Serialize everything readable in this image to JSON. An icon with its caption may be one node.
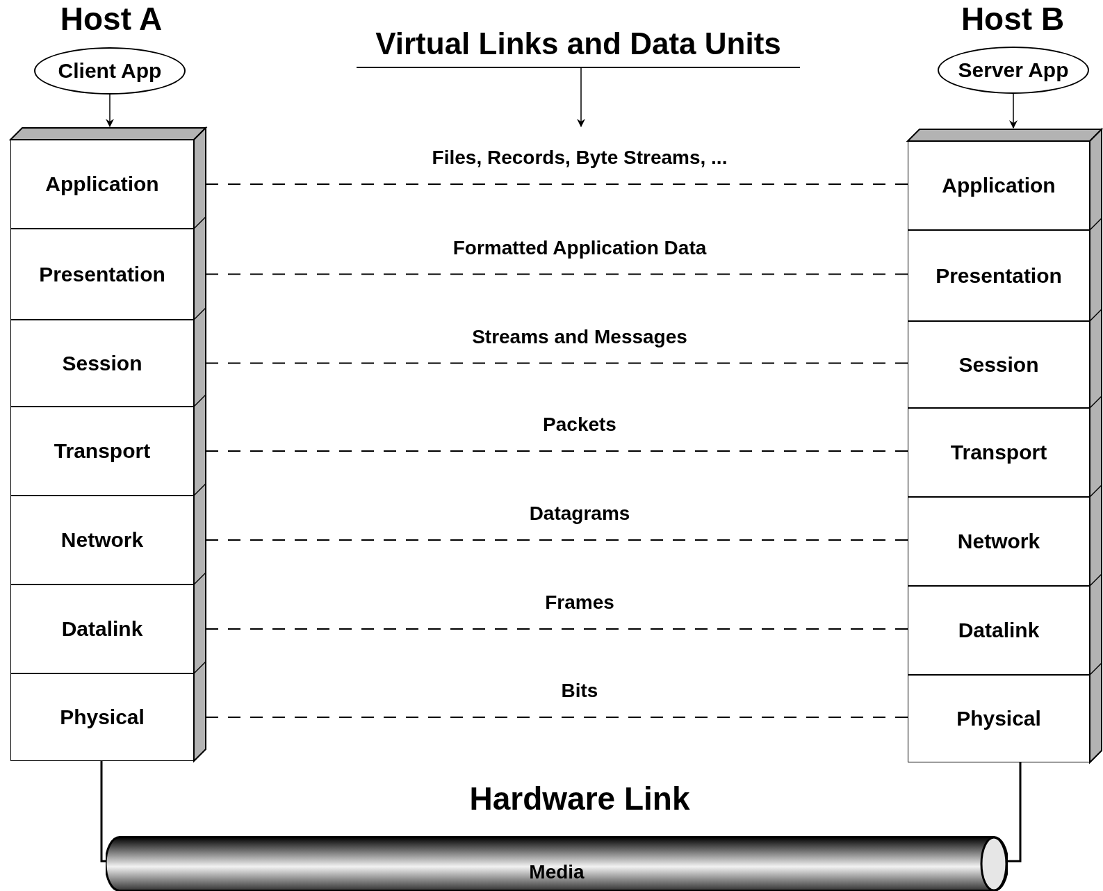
{
  "diagram": {
    "nodes": [
      {
        "text": [
          "Client App"
        ],
        "beside": [
          "Host A"
        ]
      },
      {
        "text": [
          "Server App"
        ],
        "beside": [
          "Host B"
        ]
      },
      {
        "text": [
          "Application"
        ]
      },
      {
        "text": [
          "Presentation"
        ]
      },
      {
        "text": [
          "Session"
        ]
      },
      {
        "text": [
          "Transport"
        ]
      },
      {
        "text": [
          "Network"
        ]
      },
      {
        "text": [
          "Datalink"
        ]
      },
      {
        "text": [
          "Physical"
        ]
      },
      {
        "text": [
          "Application"
        ]
      },
      {
        "text": [
          "Presentation"
        ]
      },
      {
        "text": [
          "Session"
        ]
      },
      {
        "text": [
          "Transport"
        ]
      },
      {
        "text": [
          "Network"
        ]
      },
      {
        "text": [
          "Datalink"
        ]
      },
      {
        "text": [
          "Physical"
        ]
      },
      {
        "text": [
          "Media"
        ]
      },
      {
        "text": [
          "Virtual Links and Data Units"
        ]
      }
    ],
    "edges": [
      {
        "from": 0,
        "to": 2,
        "arrow": "to"
      },
      {
        "from": 1,
        "to": 9,
        "arrow": "to"
      },
      {
        "from": 17,
        "to": null,
        "arrow": "to"
      },
      {
        "from": 2,
        "to": 9,
        "arrow": "none",
        "style": "dashed",
        "label": "Files, Records, Byte Streams, ..."
      },
      {
        "from": 3,
        "to": 10,
        "arrow": "none",
        "style": "dashed",
        "label": "Formatted Application Data"
      },
      {
        "from": 4,
        "to": 11,
        "arrow": "none",
        "style": "dashed",
        "label": "Streams and Messages"
      },
      {
        "from": 5,
        "to": 12,
        "arrow": "none",
        "style": "dashed",
        "label": "Packets"
      },
      {
        "from": 6,
        "to": 13,
        "arrow": "none",
        "style": "dashed",
        "label": "Datagrams"
      },
      {
        "from": 7,
        "to": 14,
        "arrow": "none",
        "style": "dashed",
        "label": "Frames"
      },
      {
        "from": 8,
        "to": 15,
        "arrow": "none",
        "style": "dashed",
        "label": "Bits"
      },
      {
        "from": 8,
        "to": 16,
        "arrow": "none"
      },
      {
        "from": 15,
        "to": 16,
        "arrow": "none"
      }
    ],
    "labels": [
      "Hardware Link"
    ]
  }
}
